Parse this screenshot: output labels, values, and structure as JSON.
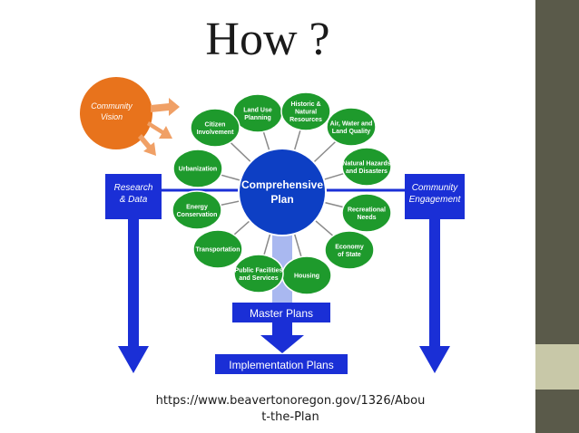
{
  "slide": {
    "title": "How ?",
    "source_line1": "https://www.beavertonoregon.gov/1326/Abou",
    "source_line2": "t-the-Plan"
  },
  "diagram": {
    "vision": [
      "Community",
      "Vision"
    ],
    "center": [
      "Comprehensive",
      "Plan"
    ],
    "left_box": [
      "Research",
      "& Data"
    ],
    "right_box": [
      "Community",
      "Engagement"
    ],
    "master_plans": "Master Plans",
    "implementation_plans": "Implementation Plans",
    "nodes": [
      {
        "lines": [
          "Land Use",
          "Planning"
        ]
      },
      {
        "lines": [
          "Historic &",
          "Natural",
          "Resources"
        ]
      },
      {
        "lines": [
          "Air, Water and",
          "Land Quality"
        ]
      },
      {
        "lines": [
          "Natural Hazards",
          "and Disasters"
        ]
      },
      {
        "lines": [
          "Recreational",
          "Needs"
        ]
      },
      {
        "lines": [
          "Economy",
          "of State"
        ]
      },
      {
        "lines": [
          "Housing"
        ]
      },
      {
        "lines": [
          "Public Facilities",
          "and Services"
        ]
      },
      {
        "lines": [
          "Transportation"
        ]
      },
      {
        "lines": [
          "Energy",
          "Conservation"
        ]
      },
      {
        "lines": [
          "Urbanization"
        ]
      },
      {
        "lines": [
          "Citizen",
          "Involvement"
        ]
      }
    ],
    "colors": {
      "blue": "#1a2fd6",
      "center_blue": "#0d3fc4",
      "green": "#1e9a2c",
      "orange": "#e8731c",
      "light_blue": "#a9b8f0"
    }
  }
}
